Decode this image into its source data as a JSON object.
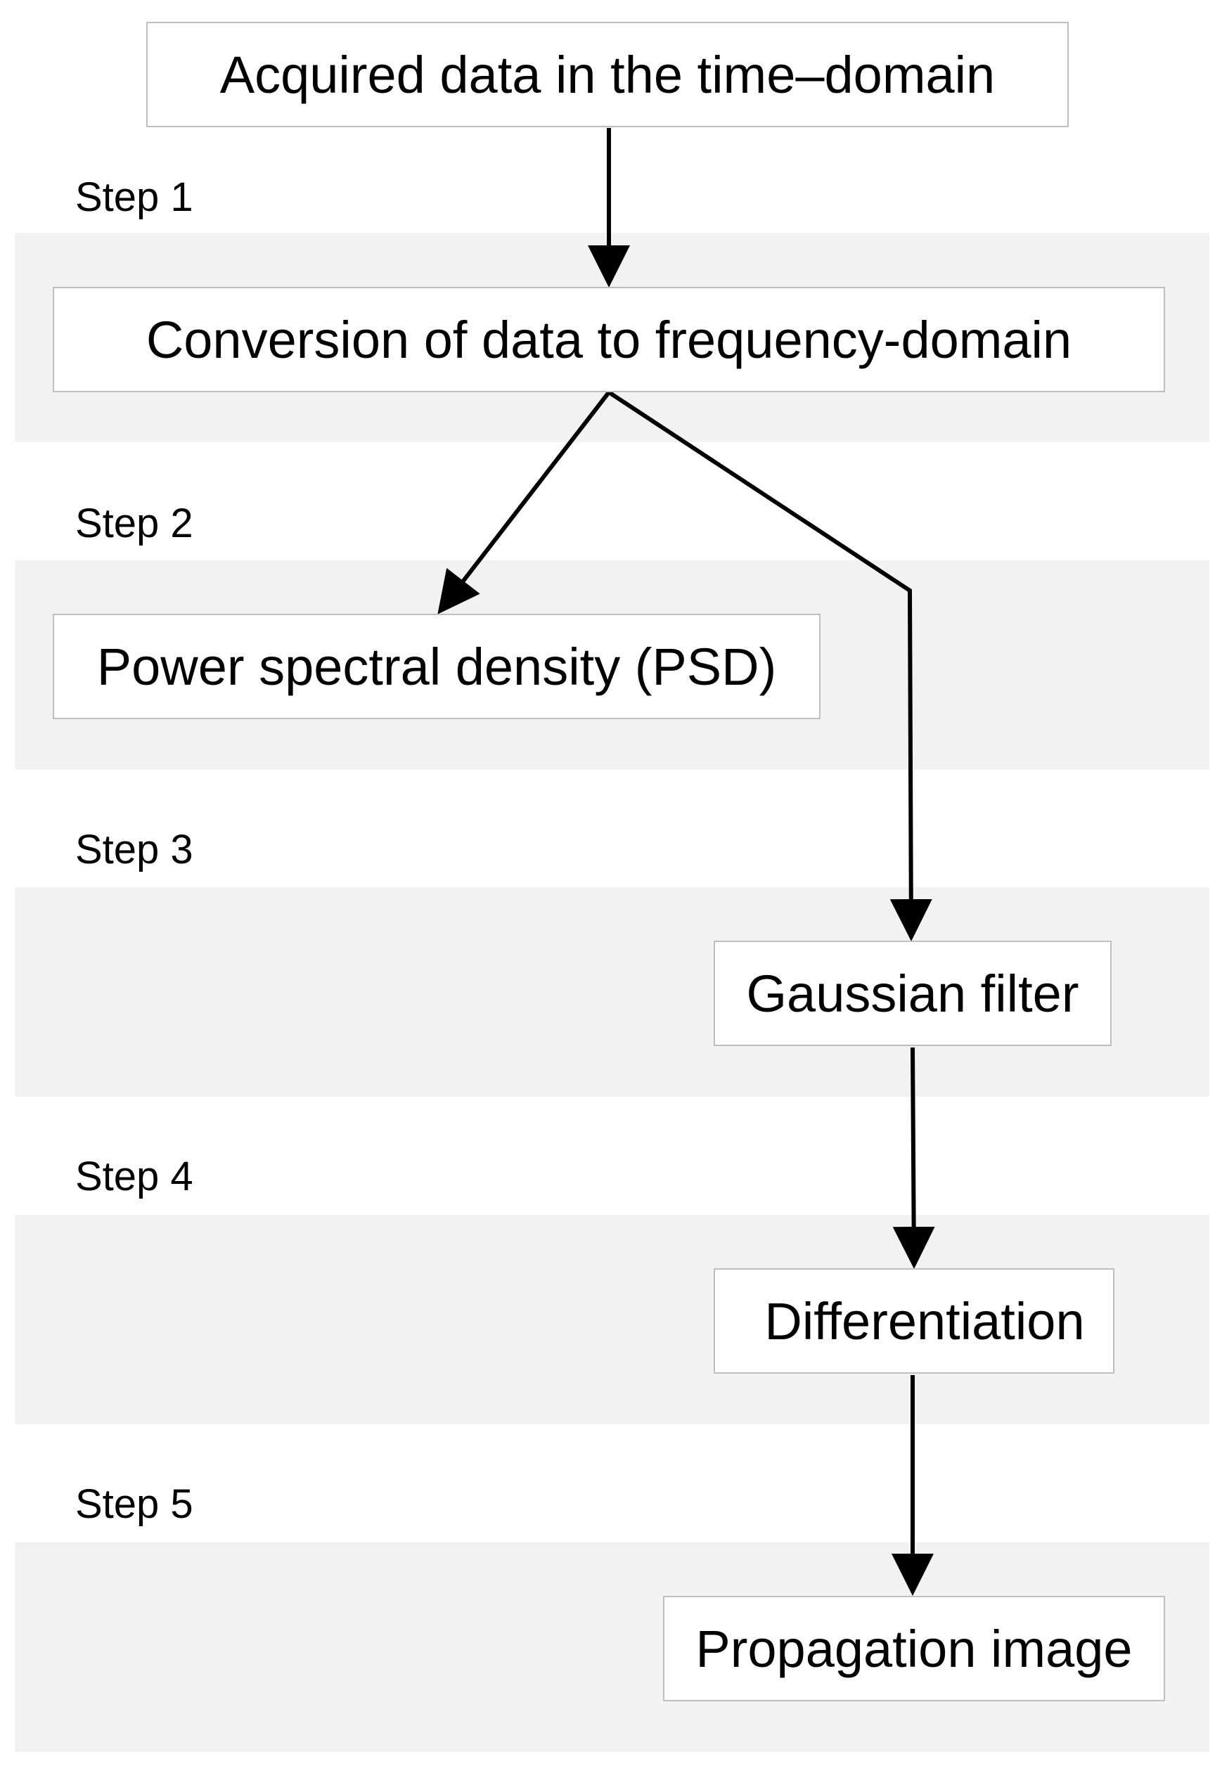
{
  "steps": [
    "Step 1",
    "Step 2",
    "Step 3",
    "Step 4",
    "Step 5"
  ],
  "nodes": {
    "acquired": "Acquired data in the time–domain",
    "conversion": "Conversion of data to frequency-domain",
    "psd": "Power spectral density (PSD)",
    "gaussian": "Gaussian filter",
    "differentiation": "Differentiation",
    "propagation": "Propagation image"
  },
  "edges": [
    {
      "from": "acquired",
      "to": "conversion"
    },
    {
      "from": "conversion",
      "to": "psd"
    },
    {
      "from": "conversion",
      "to": "gaussian"
    },
    {
      "from": "gaussian",
      "to": "differentiation"
    },
    {
      "from": "differentiation",
      "to": "propagation"
    }
  ],
  "colors": {
    "band": "#f2f2f2",
    "box_border": "#bfbfbf",
    "arrow": "#000000"
  }
}
